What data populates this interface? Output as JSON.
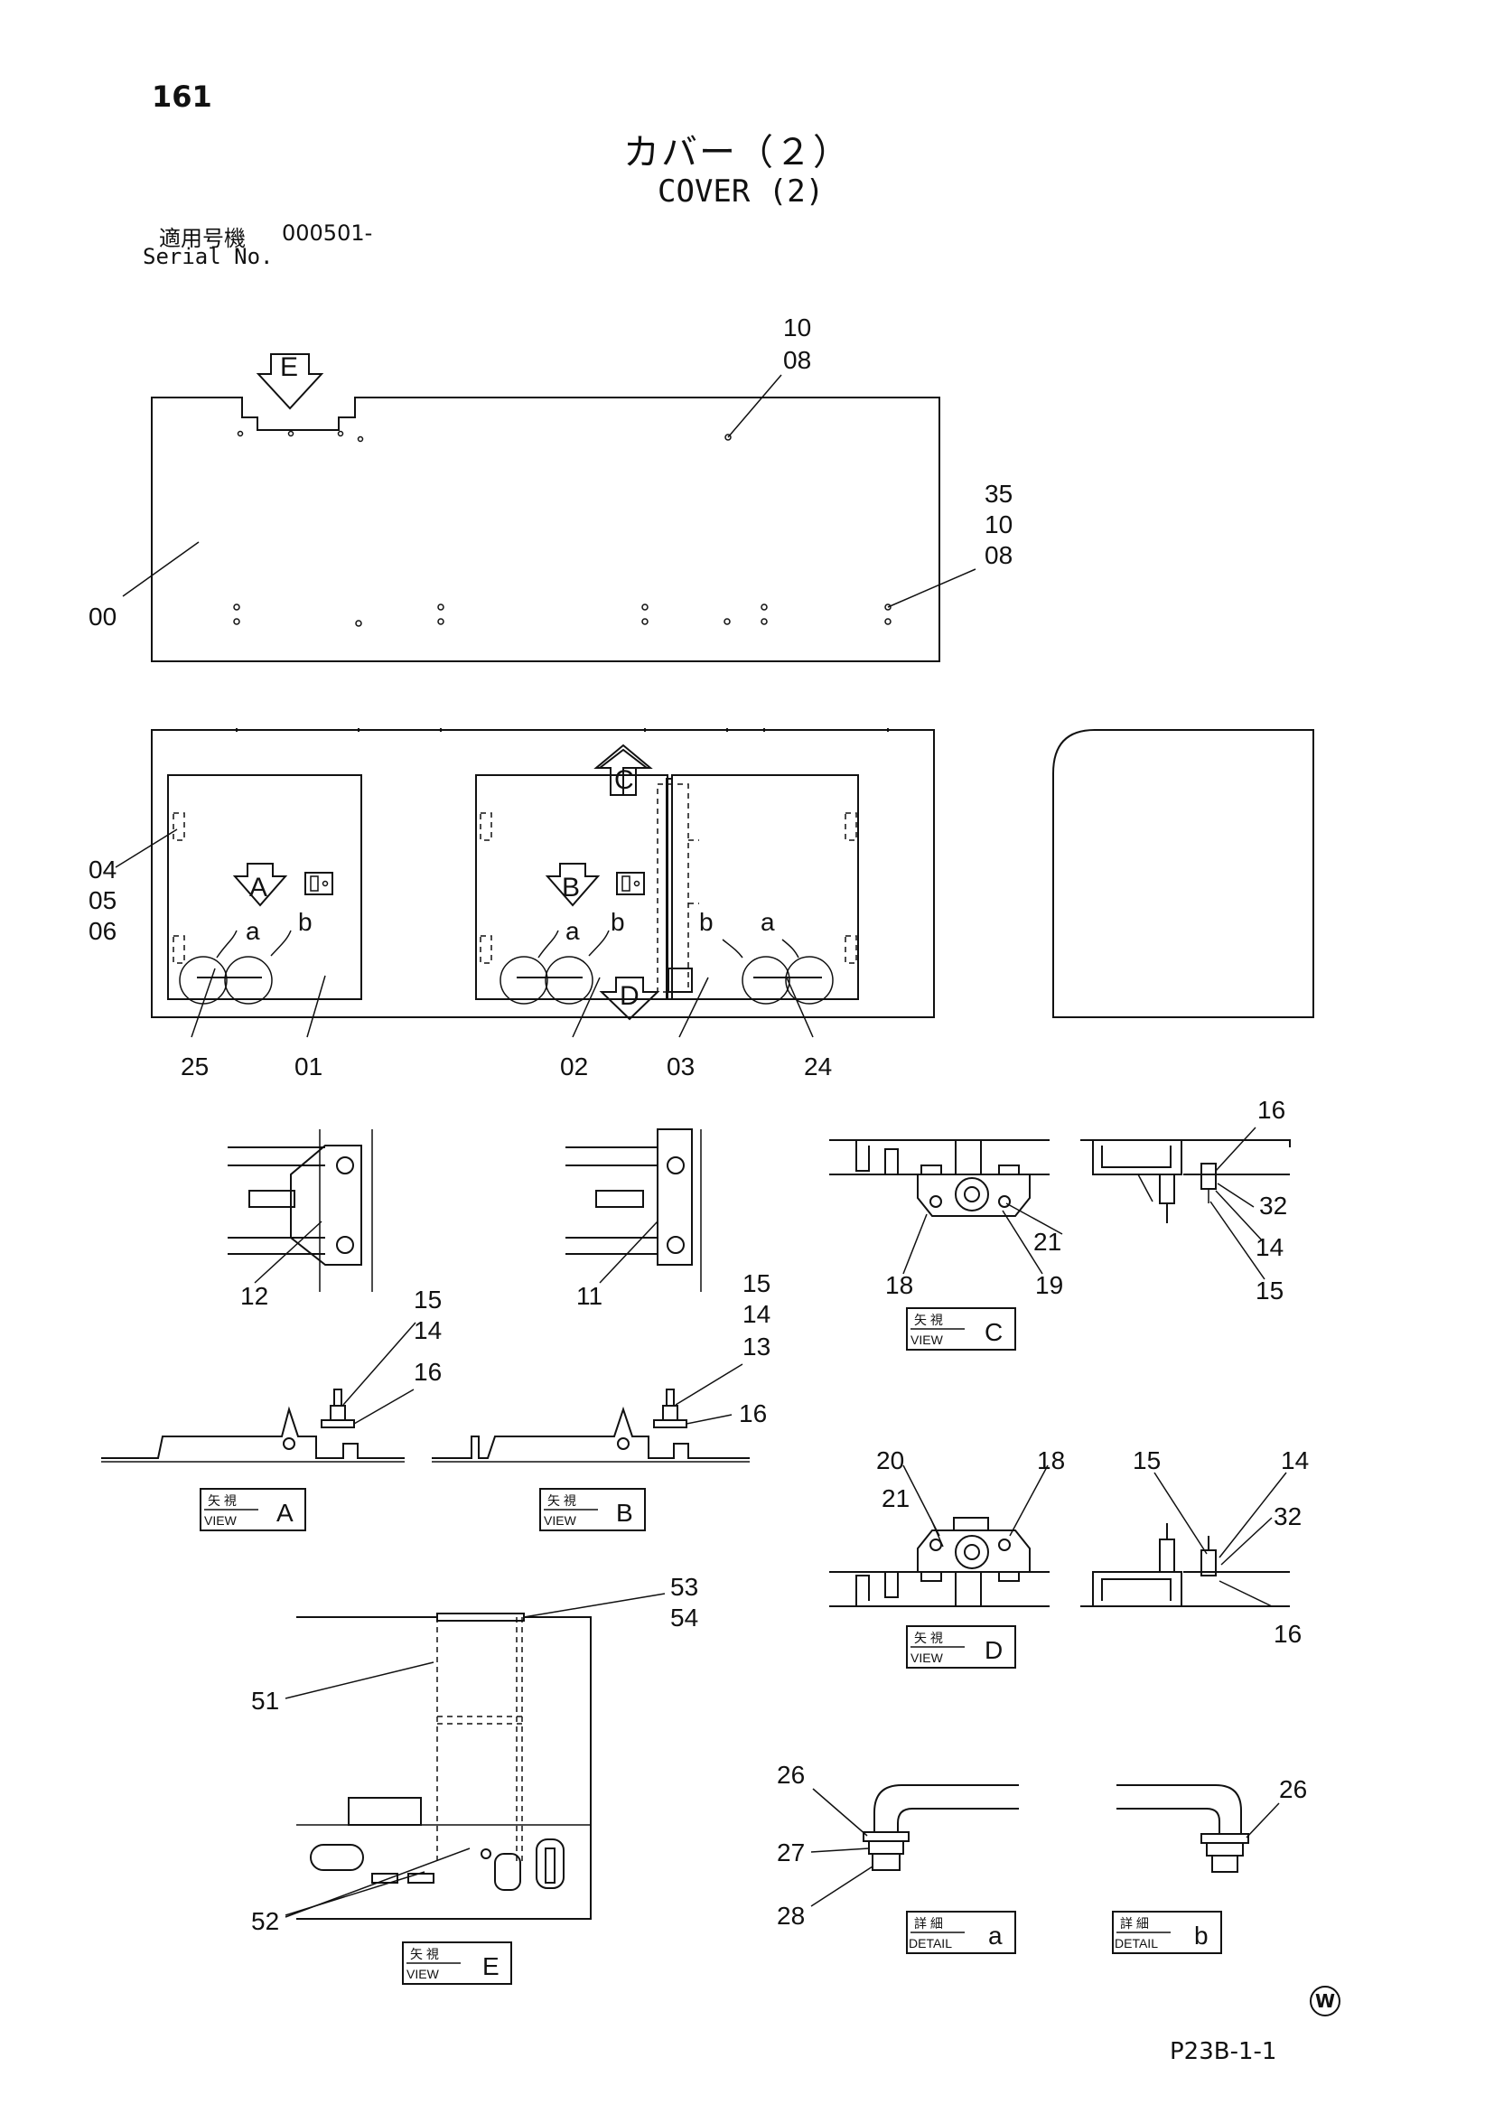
{
  "header": {
    "page_number": "161",
    "title_jp": "カバー（２）",
    "title_en": "COVER (2)",
    "serial_label_jp": "適用号機",
    "serial_value": "000501-",
    "serial_label_en": "Serial No."
  },
  "footer": {
    "code": "P23B-1-1",
    "mark": "W"
  },
  "callouts": {
    "top_panel": [
      "10",
      "08",
      "35",
      "10",
      "08",
      "00"
    ],
    "front_panel": [
      "04",
      "05",
      "06",
      "25",
      "01",
      "02",
      "03",
      "24"
    ],
    "view_letters": [
      "E",
      "A",
      "B",
      "C",
      "D"
    ],
    "detail_letters": [
      "a",
      "b",
      "a",
      "b",
      "b",
      "a"
    ],
    "hinge_left": [
      "12"
    ],
    "hinge_right": [
      "11"
    ],
    "view_a": [
      "15",
      "14",
      "16"
    ],
    "view_b": [
      "15",
      "14",
      "13",
      "16"
    ],
    "view_c": [
      "18",
      "21",
      "19",
      "16",
      "32",
      "14",
      "15"
    ],
    "view_d": [
      "20",
      "18",
      "21",
      "15",
      "14",
      "32",
      "16"
    ],
    "view_e": [
      "53",
      "54",
      "51",
      "52"
    ],
    "detail_a": [
      "26",
      "27",
      "28"
    ],
    "detail_b": [
      "26"
    ]
  },
  "view_labels": {
    "view_jp": "矢 視",
    "view_en": "VIEW",
    "detail_jp": "詳 細",
    "detail_en": "DETAIL",
    "A": "A",
    "B": "B",
    "C": "C",
    "D": "D",
    "E": "E",
    "a": "a",
    "b": "b"
  }
}
